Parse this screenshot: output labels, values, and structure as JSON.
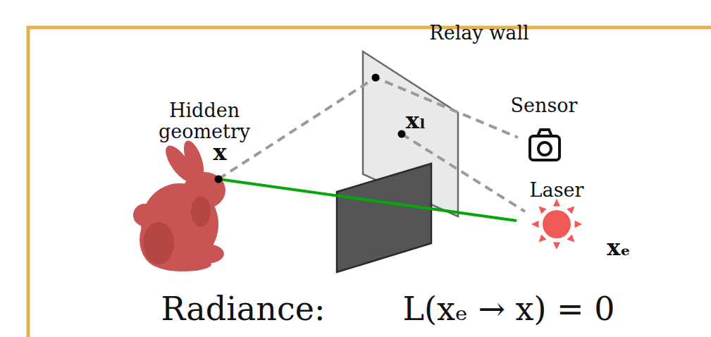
{
  "diagram": {
    "labels": [
      "Relay wall",
      "Hidden geometry",
      "Sensor",
      "Laser",
      "x",
      "xₗ",
      "xₑ",
      "Radiance:",
      "L(xₑ → x) = 0"
    ]
  }
}
